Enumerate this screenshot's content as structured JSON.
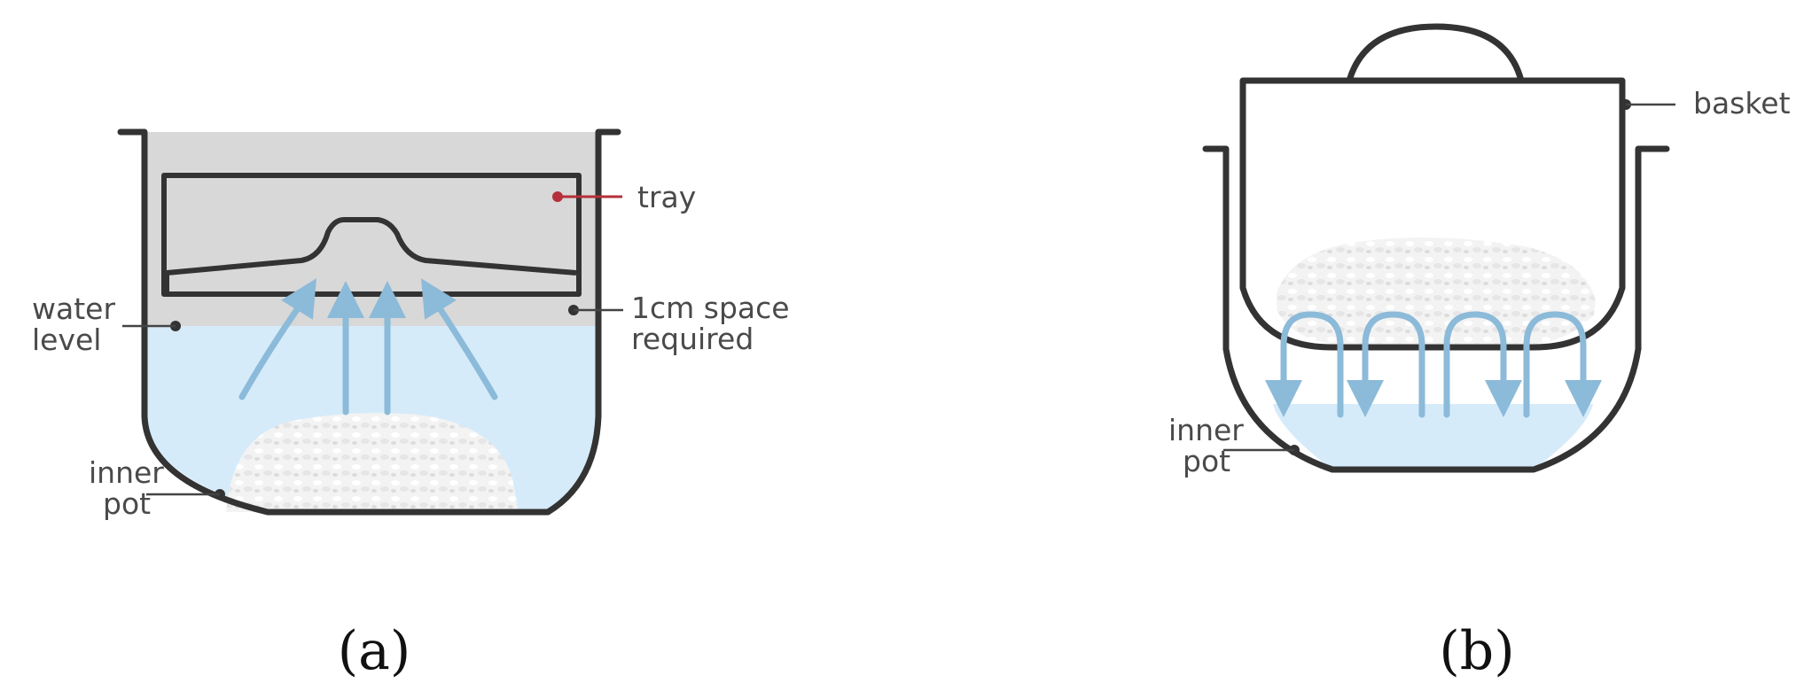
{
  "panel_a": {
    "label": "(a)",
    "callouts": {
      "tray": "tray",
      "space_line1": "1cm space",
      "space_line2": "required",
      "water_line1": "water",
      "water_line2": "level",
      "pot_line1": "inner",
      "pot_line2": "pot"
    }
  },
  "panel_b": {
    "label": "(b)",
    "callouts": {
      "basket": "basket",
      "pot_line1": "inner",
      "pot_line2": "pot"
    }
  },
  "colors": {
    "outline": "#333333",
    "water": "#d6ebfa",
    "steam_arrow": "#8cbad9",
    "gray_fill": "#d8d8d8",
    "tray_dot": "#b5303a",
    "rice": "#f2f2f2"
  }
}
